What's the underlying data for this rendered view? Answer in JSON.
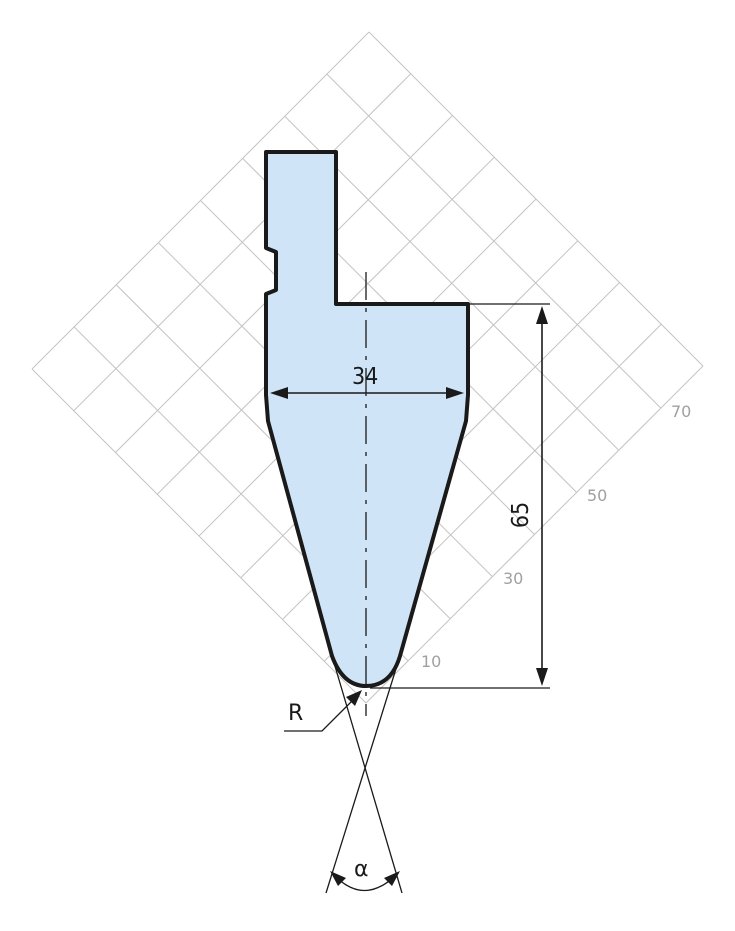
{
  "dimensions": {
    "width_label": "34",
    "height_label": "65",
    "radius_label": "R",
    "angle_label": "α"
  },
  "grid_scale": {
    "labels": [
      "10",
      "30",
      "50",
      "70"
    ]
  },
  "colors": {
    "tool_fill": "#cfe4f6",
    "outline": "#1a1a1a",
    "grid": "#c4c4c4",
    "grid_label": "#a0a0a0"
  }
}
